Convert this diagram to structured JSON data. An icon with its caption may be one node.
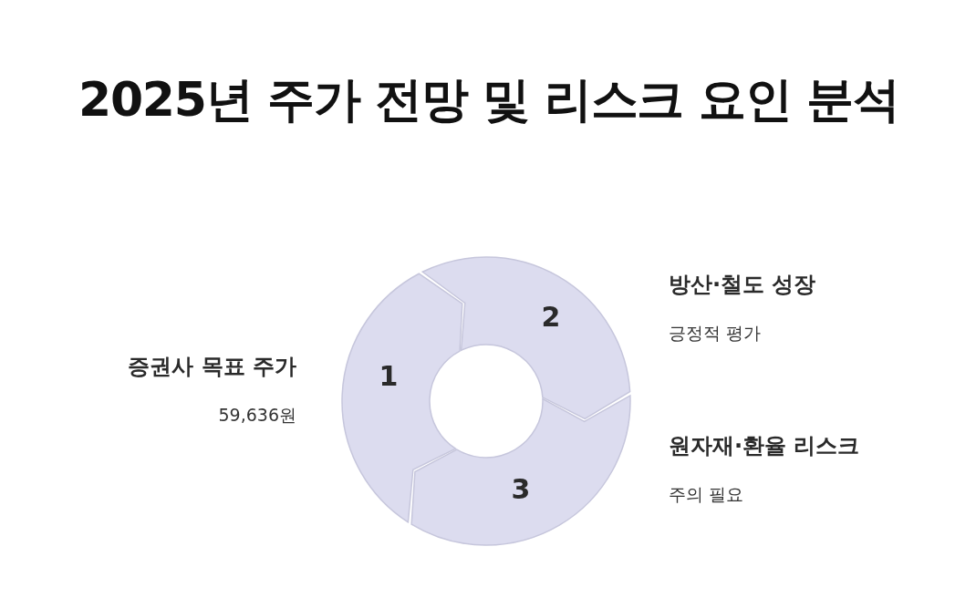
{
  "diagram": {
    "title": "2025년 주가 전망 및 리스크 요인 분석",
    "nodes": [
      {
        "text": [
          "1"
        ],
        "beside": [
          "증권사 목표 주가",
          "59,636원"
        ]
      },
      {
        "text": [
          "2"
        ],
        "beside": [
          "방산·철도 성장",
          "긍정적 평가"
        ]
      },
      {
        "text": [
          "3"
        ],
        "beside": [
          "원자재·환율 리스크",
          "주의 필요"
        ]
      }
    ]
  }
}
